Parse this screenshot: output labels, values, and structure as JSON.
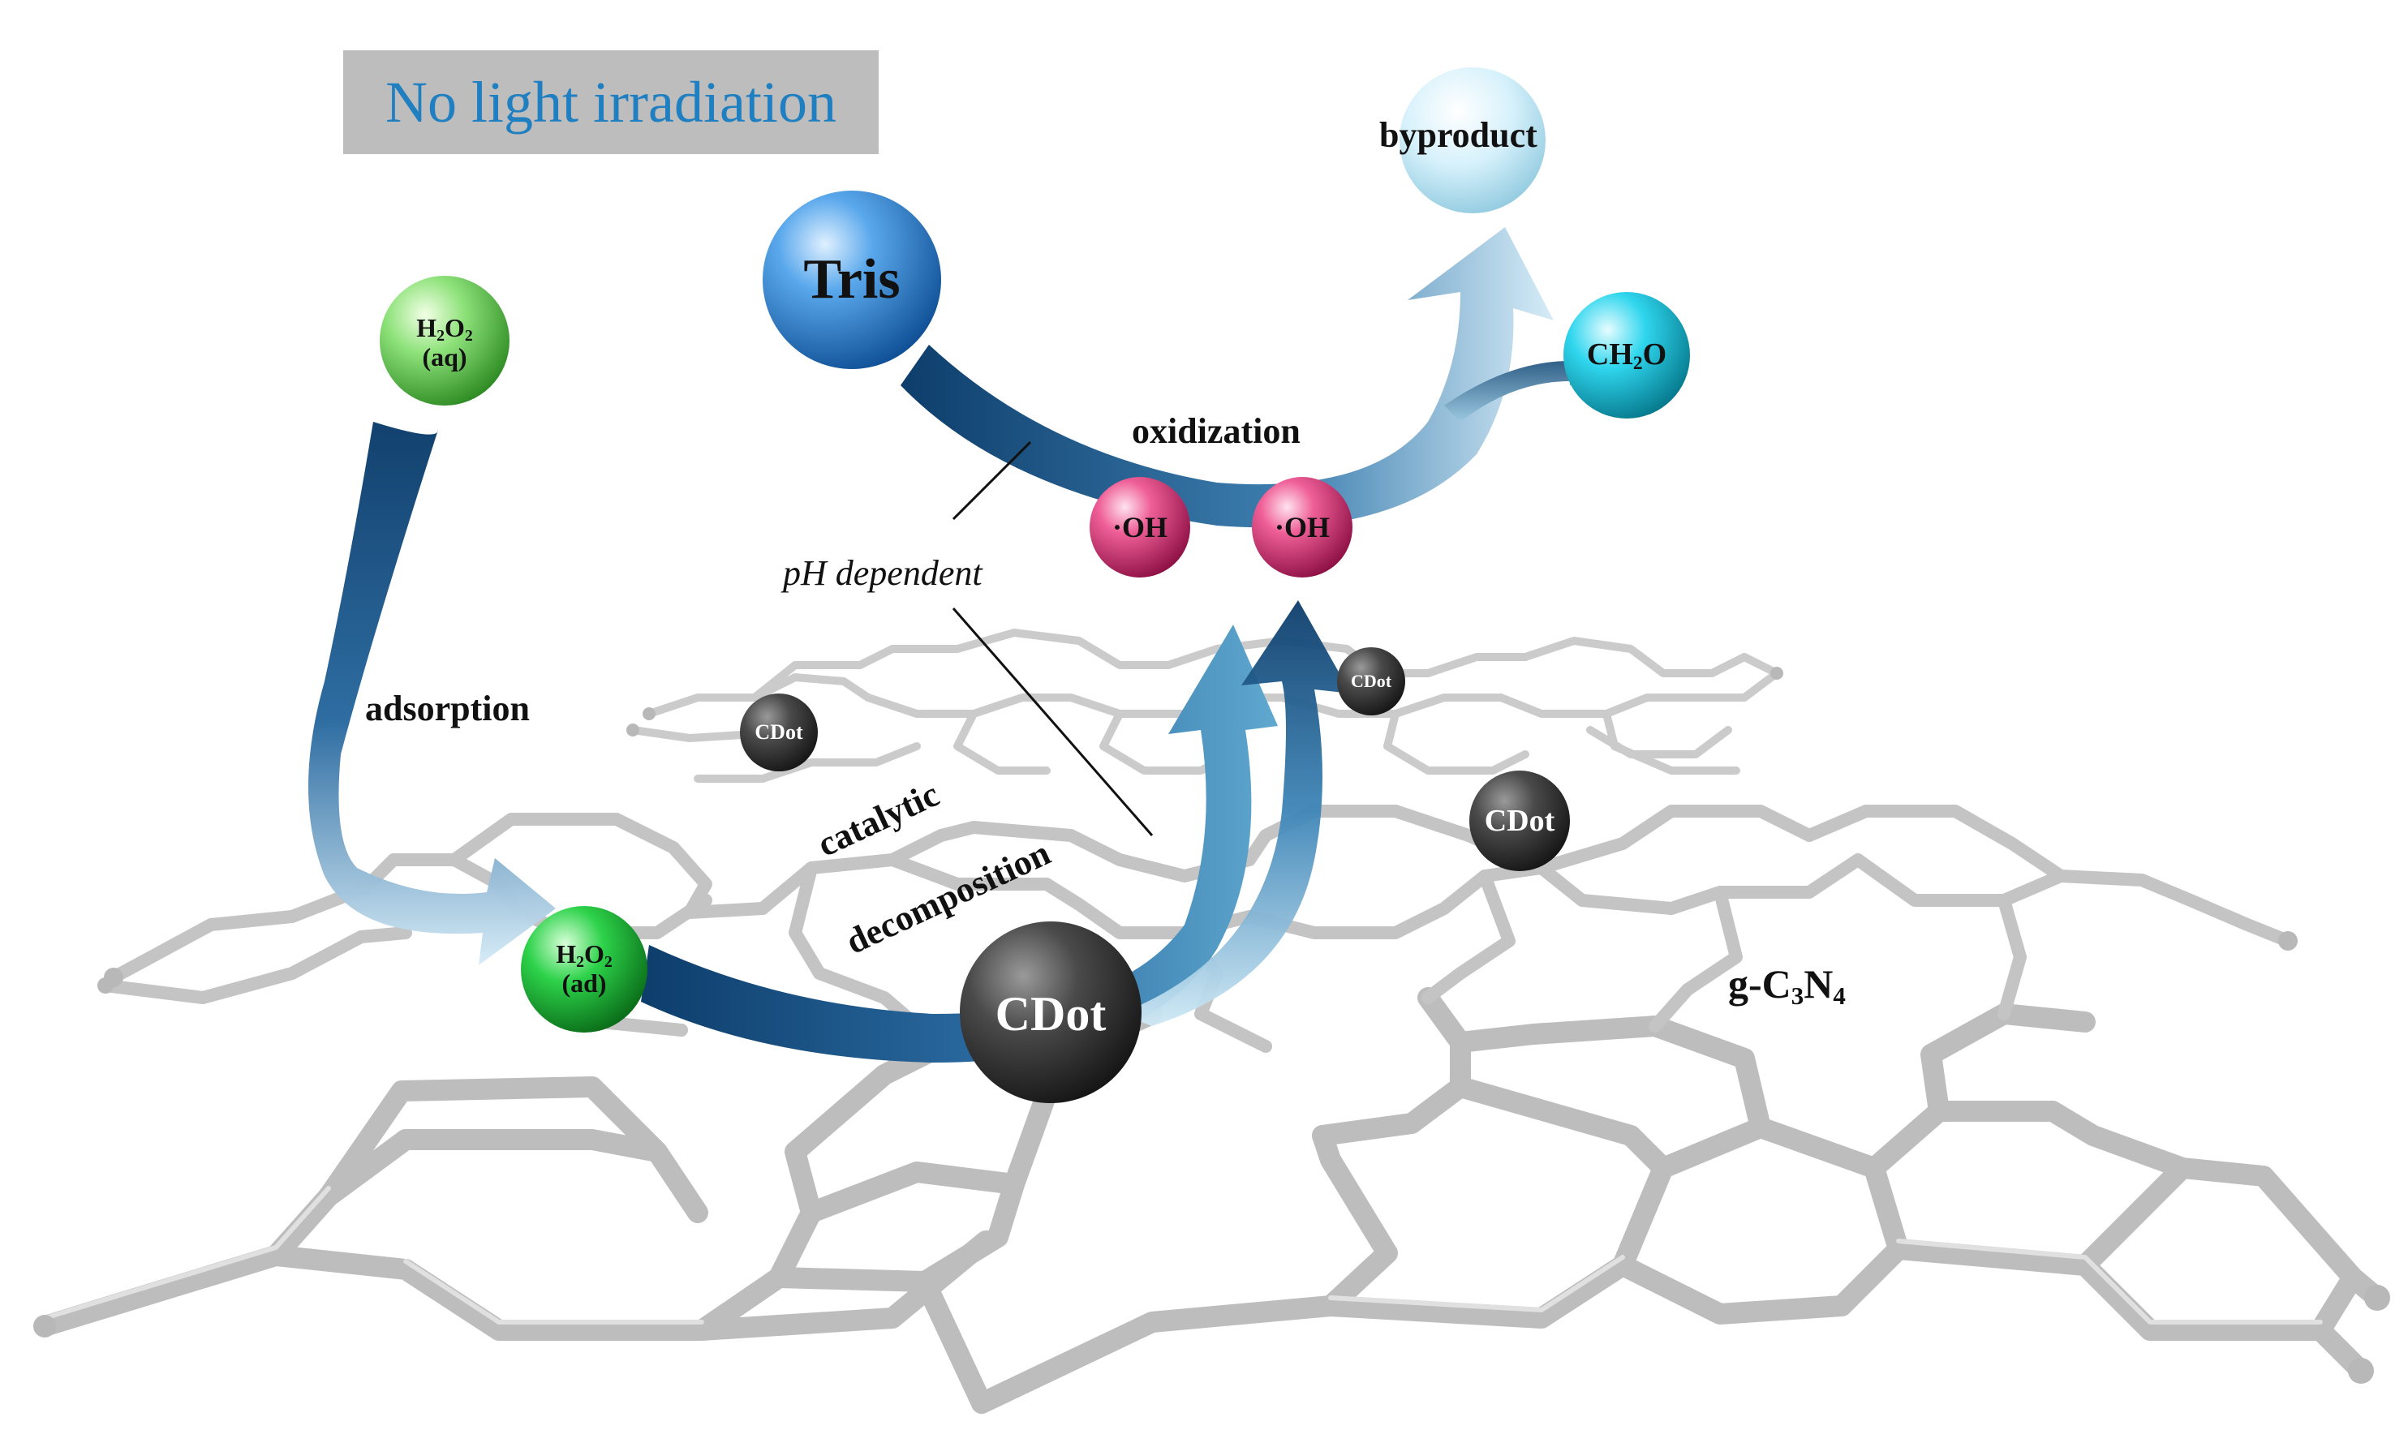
{
  "banner": {
    "text": "No light irradiation"
  },
  "labels": {
    "tris": "Tris",
    "byproduct": "byproduct",
    "oxidization": "oxidization",
    "ph_dependent": "pH dependent",
    "adsorption": "adsorption",
    "catalytic": "catalytic",
    "decomposition": "decomposition",
    "oh_left": "·OH",
    "oh_right": "·OH",
    "cdot_large": "CDot",
    "cdot_right": "CDot",
    "cdot_left_small": "CDot",
    "cdot_top_small": "CDot",
    "h2o2_aq": {
      "main": "H",
      "sub1": "2",
      "mid": "O",
      "sub2": "2",
      "state": "(aq)"
    },
    "h2o2_ad": {
      "main": "H",
      "sub1": "2",
      "mid": "O",
      "sub2": "2",
      "state": "(ad)"
    },
    "ch2o": {
      "a": "CH",
      "sub": "2",
      "b": "O"
    },
    "gc3n4": {
      "a": "g-C",
      "sub1": "3",
      "b": "N",
      "sub2": "4"
    }
  },
  "colors": {
    "arrow_dark": "#0d3d6b",
    "arrow_light": "#cfe9f5",
    "tris_ball": "#3f8fd8",
    "oh_ball": "#e03c7e",
    "h2o2_aq_ball": "#7dd86a",
    "h2o2_ad_ball": "#1fc43a",
    "ch2o_ball": "#17c6e0",
    "byproduct_ball": "#cdeefa",
    "cdot_ball": "#3a3a3a",
    "lattice": "#c4c4c4"
  }
}
